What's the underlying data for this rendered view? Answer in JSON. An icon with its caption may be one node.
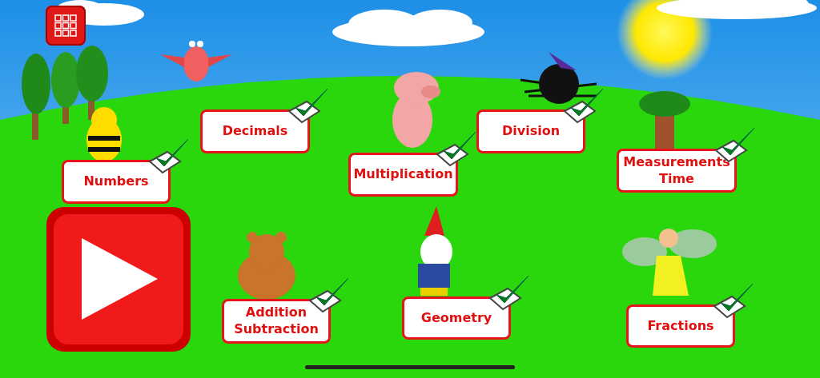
{
  "diagram": {
    "nodes": [
      {
        "text": [
          "Numbers"
        ]
      },
      {
        "text": [
          "Decimals"
        ]
      },
      {
        "text": [
          "Multiplication"
        ]
      },
      {
        "text": [
          "Division"
        ]
      },
      {
        "text": [
          "Measurements Time"
        ]
      },
      {
        "text": [
          "Addition Subtraction"
        ]
      },
      {
        "text": [
          "Geometry"
        ]
      },
      {
        "text": [
          "Fractions"
        ]
      }
    ]
  }
}
